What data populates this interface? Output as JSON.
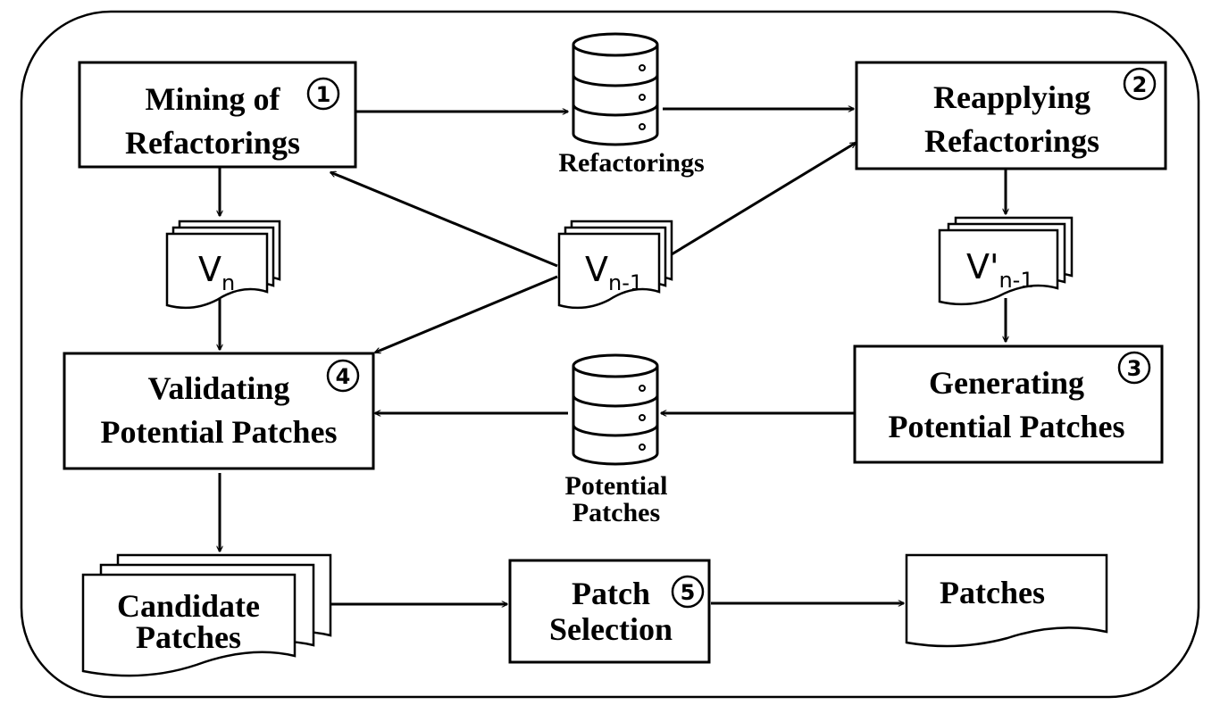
{
  "processes": {
    "mining": {
      "line1": "Mining of",
      "line2": "Refactorings",
      "step": "1"
    },
    "reapplying": {
      "line1": "Reapplying",
      "line2": "Refactorings",
      "step": "2"
    },
    "generating": {
      "line1": "Generating",
      "line2": "Potential Patches",
      "step": "3"
    },
    "validating": {
      "line1": "Validating",
      "line2": "Potential Patches",
      "step": "4"
    },
    "selection": {
      "line1": "Patch",
      "line2": "Selection",
      "step": "5"
    }
  },
  "stores": {
    "refactorings": {
      "label": "Refactorings"
    },
    "potential": {
      "line1": "Potential",
      "line2": "Patches"
    }
  },
  "documents": {
    "vn": {
      "base": "V",
      "sub": "n"
    },
    "vn1": {
      "base": "V",
      "sub": "n-1"
    },
    "vpn1": {
      "base": "V'",
      "sub": "n-1"
    },
    "candidate": {
      "line1": "Candidate",
      "line2": "Patches"
    },
    "patches": {
      "label": "Patches"
    }
  }
}
